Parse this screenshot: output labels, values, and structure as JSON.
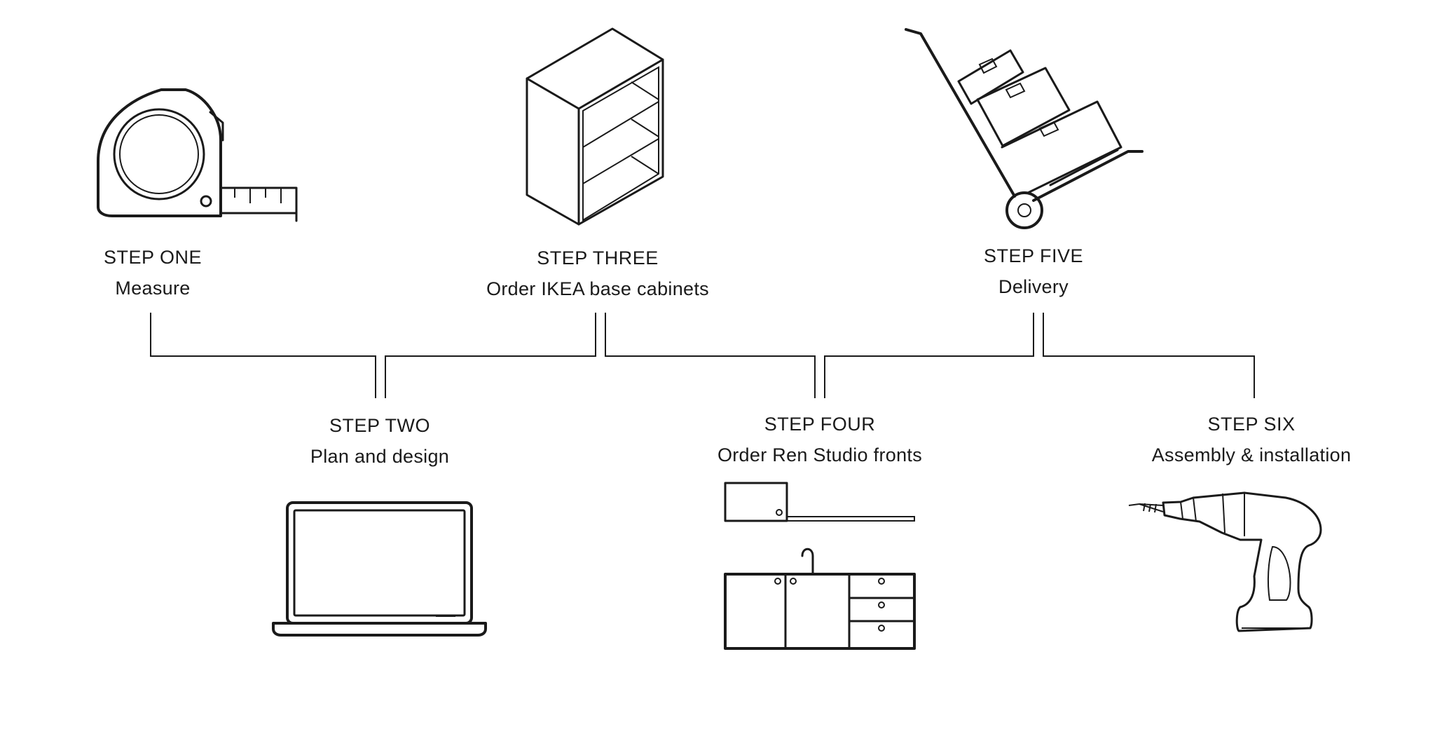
{
  "steps": [
    {
      "title": "STEP ONE",
      "desc": "Measure",
      "icon": "tape-measure-icon"
    },
    {
      "title": "STEP TWO",
      "desc": "Plan and design",
      "icon": "laptop-icon"
    },
    {
      "title": "STEP THREE",
      "desc": "Order IKEA base cabinets",
      "icon": "cabinet-icon"
    },
    {
      "title": "STEP FOUR",
      "desc": "Order Ren Studio fronts",
      "icon": "kitchen-fronts-icon"
    },
    {
      "title": "STEP FIVE",
      "desc": "Delivery",
      "icon": "hand-truck-icon"
    },
    {
      "title": "STEP SIX",
      "desc": "Assembly & installation",
      "icon": "drill-icon"
    }
  ],
  "colors": {
    "stroke": "#1a1a1a",
    "background": "#ffffff"
  }
}
